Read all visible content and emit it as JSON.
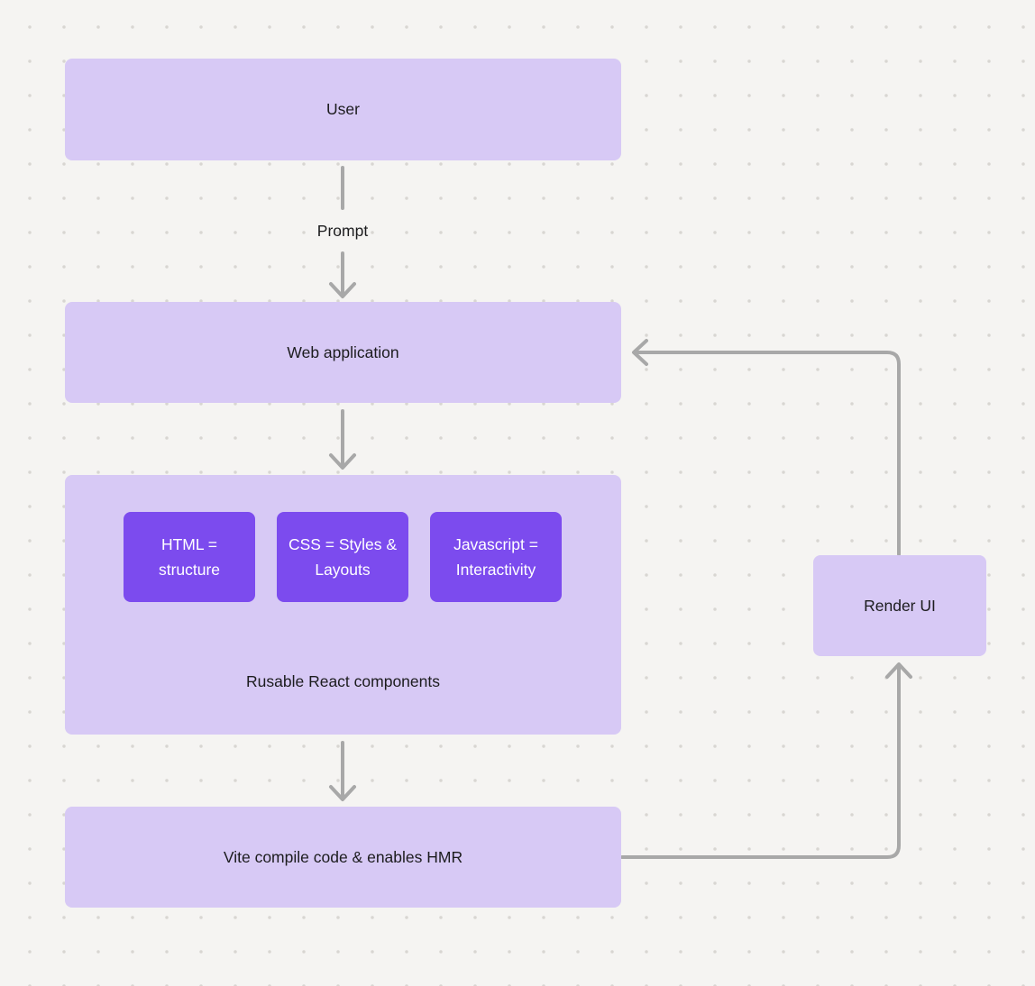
{
  "diagram": {
    "nodes": {
      "user": {
        "label": "User"
      },
      "web_application": {
        "label": "Web application"
      },
      "components_group": {
        "chips": [
          {
            "label": "HTML = structure"
          },
          {
            "label": "CSS = Styles & Layouts"
          },
          {
            "label": "Javascript = Interactivity"
          }
        ],
        "caption": "Rusable React components"
      },
      "vite": {
        "label": "Vite compile code & enables HMR"
      },
      "render_ui": {
        "label": "Render UI"
      }
    },
    "edges": [
      {
        "from": "user",
        "to": "web_application",
        "label": "Prompt"
      },
      {
        "from": "web_application",
        "to": "components_group",
        "label": ""
      },
      {
        "from": "components_group",
        "to": "vite",
        "label": ""
      },
      {
        "from": "vite",
        "to": "render_ui",
        "label": ""
      },
      {
        "from": "render_ui",
        "to": "web_application",
        "label": ""
      }
    ],
    "colors": {
      "background": "#f5f4f2",
      "dot": "#d8d6d2",
      "node_fill": "#d7c9f5",
      "chip_fill": "#7c4bee",
      "chip_text": "#ffffff",
      "text": "#1c1c1e",
      "arrow": "#a8a8a8"
    }
  }
}
